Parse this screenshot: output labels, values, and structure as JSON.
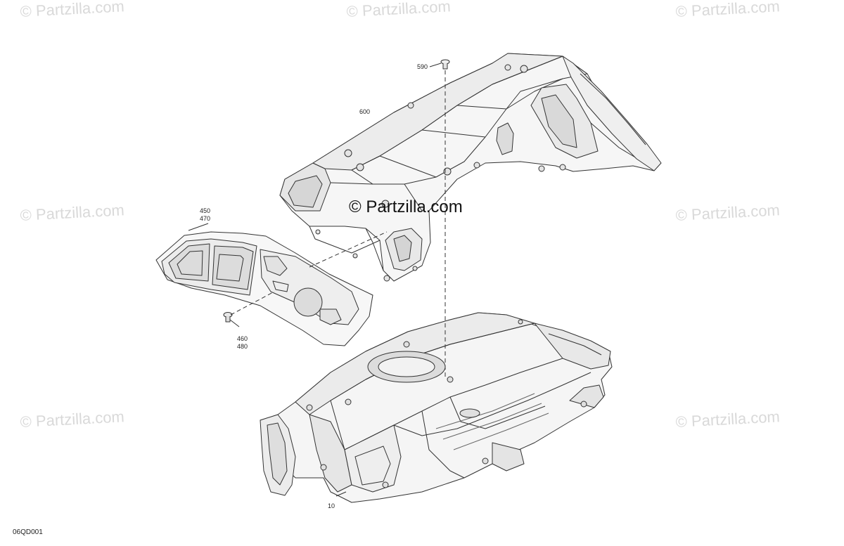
{
  "watermarks": {
    "text": "© Partzilla.com",
    "center": "© Partzilla.com"
  },
  "callouts": {
    "c590": "590",
    "c600": "600",
    "c450": "450",
    "c470": "470",
    "c460": "460",
    "c480": "480",
    "c10": "10"
  },
  "diagram_code": "06QD001",
  "colors": {
    "line": "#333333",
    "fill": "#f6f6f6",
    "shade": "#dcdcdc",
    "watermark": "#d9d9d9"
  }
}
